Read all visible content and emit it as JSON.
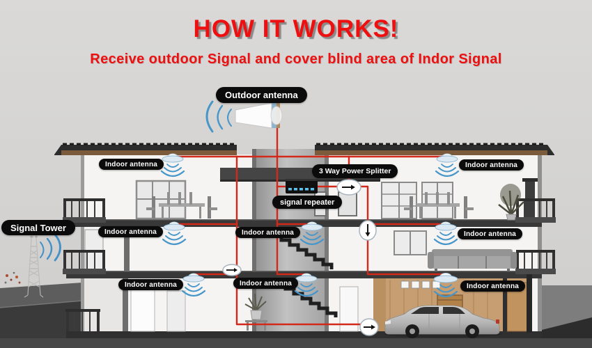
{
  "header": {
    "title": "HOW IT WORKS!",
    "subtitle": "Receive outdoor Signal and cover blind area of Indor Signal"
  },
  "labels": {
    "outdoor_antenna": "Outdoor antenna",
    "power_splitter": "3 Way Power Splitter",
    "signal_repeater": "signal repeater",
    "signal_tower": "Signal Tower",
    "indoor_antenna": "Indoor antenna"
  },
  "diagram": {
    "indoor_antenna_count": 8,
    "floor_count": 3,
    "icons": [
      "signal-tower-icon",
      "outdoor-antenna-icon",
      "ceiling-antenna-icon",
      "wifi-waves-icon",
      "power-splitter-icon",
      "signal-repeater-icon",
      "cable-connector-icon",
      "car-icon"
    ]
  },
  "colors": {
    "title_red": "#ee1010",
    "label_bg": "#0b0b0b",
    "label_text": "#ffffff",
    "cable_red": "#d3291b",
    "wave_blue": "#4796ca",
    "background_gray": "#d5d4d2",
    "roof_dark": "#2c2c2c",
    "roof_fascia_brown": "#7c5a3c",
    "garage_wood_tan": "#c79e72",
    "car_silver": "#bdbdbd"
  }
}
